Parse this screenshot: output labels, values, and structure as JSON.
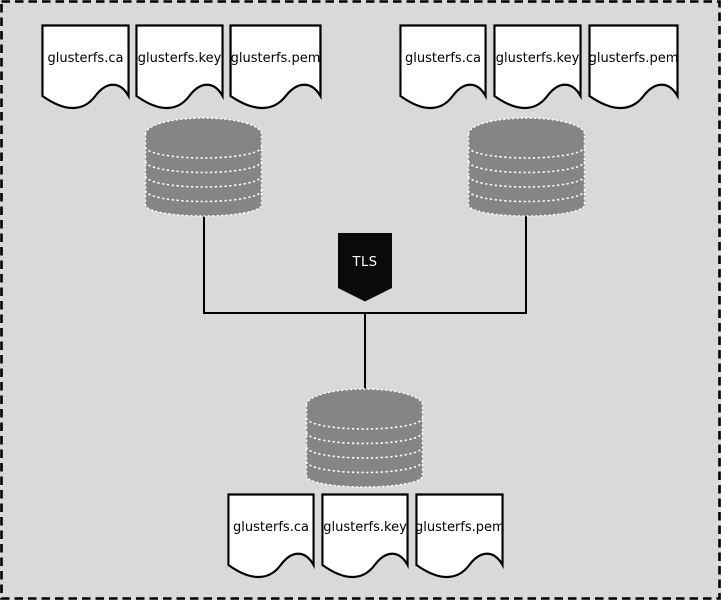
{
  "canvas": {
    "background_color": "#d9d9d9",
    "border_color": "#000000",
    "border_style": "dashed"
  },
  "colors": {
    "cylinder_fill": "#858585",
    "cylinder_dotted_stroke": "#ffffff",
    "document_fill": "#ffffff",
    "document_border": "#000000",
    "connector_line": "#000000"
  },
  "tls_badge": {
    "label": "TLS",
    "background_color": "#0a0a0a",
    "text_color": "#ffffff"
  },
  "file_groups": {
    "top_left": {
      "files": [
        "glusterfs.ca",
        "glusterfs.key",
        "glusterfs.pem"
      ]
    },
    "top_right": {
      "files": [
        "glusterfs.ca",
        "glusterfs.key",
        "glusterfs.pem"
      ]
    },
    "bottom": {
      "files": [
        "glusterfs.ca",
        "glusterfs.key",
        "glusterfs.pem"
      ]
    }
  }
}
